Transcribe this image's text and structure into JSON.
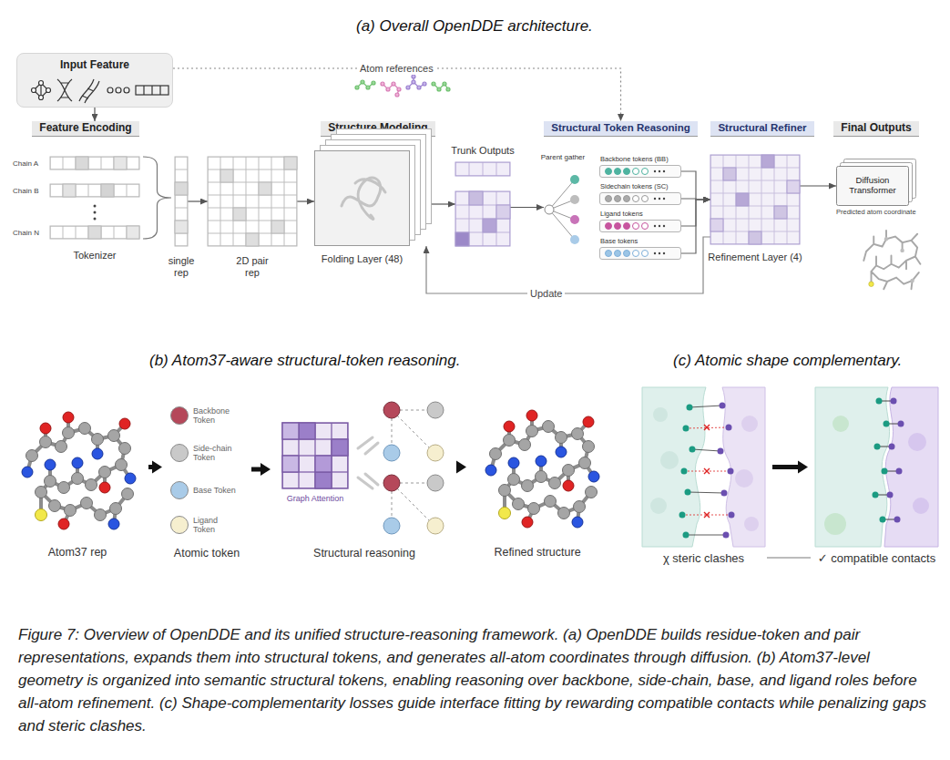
{
  "diagram": {
    "caption": "Figure 7: Overview of OpenDDE and its unified structure-reasoning framework. (a) OpenDDE builds residue-token and pair representations, expands them into structural tokens, and generates all-atom coordinates through diffusion. (b) Atom37-level geometry is organized into semantic structural tokens, enabling reasoning over backbone, side-chain, base, and ligand roles before all-atom refinement. (c) Shape-complementarity losses guide interface fitting by rewarding compatible contacts while penalizing gaps and steric clashes.",
    "nodes": [
      {
        "text": [
          "Input Feature"
        ]
      },
      {
        "text": [
          "Feature Encoding"
        ]
      },
      {
        "text": [
          "Chain A",
          "Chain B",
          "Chain N",
          "Tokenizer"
        ]
      },
      {
        "text": [
          "single rep"
        ]
      },
      {
        "text": [
          "2D pair rep"
        ]
      },
      {
        "text": [
          "Structure Modeling"
        ]
      },
      {
        "text": [
          "Folding Layer (48)"
        ]
      },
      {
        "text": [
          "Trunk Outputs"
        ]
      },
      {
        "text": [
          "Structural Token Reasoning"
        ]
      },
      {
        "text": [
          "Parent gather"
        ]
      },
      {
        "text": [
          "Backbone tokens (BB)"
        ]
      },
      {
        "text": [
          "Sidechain tokens (SC)"
        ]
      },
      {
        "text": [
          "Ligand tokens"
        ]
      },
      {
        "text": [
          "Base tokens"
        ]
      },
      {
        "text": [
          "Structural Refiner"
        ]
      },
      {
        "text": [
          "Refinement Layer (4)"
        ]
      },
      {
        "text": [
          "Final Outputs"
        ]
      },
      {
        "text": [
          "Diffusion Transformer"
        ]
      },
      {
        "text": [
          "Atom37 rep"
        ]
      },
      {
        "text": [
          "Atomic token"
        ]
      },
      {
        "text": [
          "Structural reasoning"
        ]
      },
      {
        "text": [
          "Graph Attention"
        ],
        "in": 20
      },
      {
        "text": [
          "Refined structure"
        ]
      },
      {
        "text": [
          "χ steric clashes"
        ]
      },
      {
        "text": [
          "✓ compatible contacts"
        ]
      }
    ],
    "edges": [
      {
        "from": 0,
        "to": 1,
        "arrow": "to"
      },
      {
        "from": 0,
        "to": 8,
        "label": "Atom references",
        "arrow": "to"
      },
      {
        "from": 2,
        "to": 3,
        "arrow": "none"
      },
      {
        "from": 3,
        "to": 4,
        "arrow": "to"
      },
      {
        "from": 4,
        "to": 6,
        "arrow": "to"
      },
      {
        "from": 6,
        "to": 7,
        "arrow": "to"
      },
      {
        "from": 7,
        "to": 9,
        "arrow": "to"
      },
      {
        "from": 10,
        "to": 15,
        "arrow": "to"
      },
      {
        "from": 11,
        "to": 15,
        "arrow": "to"
      },
      {
        "from": 12,
        "to": 15,
        "arrow": "to"
      },
      {
        "from": 13,
        "to": 15,
        "arrow": "to"
      },
      {
        "from": 15,
        "to": 17,
        "arrow": "to"
      },
      {
        "from": 15,
        "to": 6,
        "label": "Update",
        "arrow": "to"
      },
      {
        "from": 18,
        "to": 19,
        "arrow": "to"
      },
      {
        "from": 19,
        "to": 20,
        "arrow": "to"
      },
      {
        "from": 20,
        "to": 22,
        "arrow": "to"
      },
      {
        "from": 23,
        "to": 24,
        "arrow": "to"
      }
    ],
    "labels": [
      "(a) Overall OpenDDE architecture.",
      "Predicted atom coordinate",
      "(b) Atom37-aware structural-token reasoning.",
      "(c) Atomic shape complementary."
    ],
    "legend": [
      {
        "text": "Backbone Token",
        "color": "#b5485a"
      },
      {
        "text": "Side-chain Token",
        "color": "#c9c9c9"
      },
      {
        "text": "Base Token",
        "color": "#a9cbe8"
      },
      {
        "text": "Ligand Token",
        "color": "#f6efcf"
      }
    ]
  }
}
